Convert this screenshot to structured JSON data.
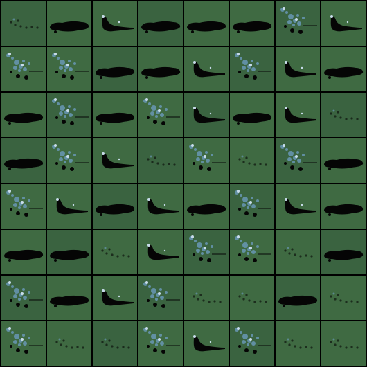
{
  "grid": {
    "rows": 8,
    "cols": 8,
    "background_color": "#000000",
    "tile_color": "#3f6a42",
    "tile_variant_color": "#3a6340",
    "silhouette_color": "#050505",
    "highlight_color": "#6f9ec4",
    "highlight_light_color": "#c8dcea",
    "tiles": [
      [
        "faint",
        "blob",
        "bird",
        "blob",
        "blob",
        "blob",
        "blue",
        "bird"
      ],
      [
        "blue",
        "blue",
        "blob",
        "blob",
        "bird",
        "blue",
        "bird",
        "blob"
      ],
      [
        "blob",
        "blue",
        "blob",
        "blue",
        "bird",
        "blob",
        "bird",
        "faint"
      ],
      [
        "blob",
        "blue",
        "bird",
        "faint",
        "blue",
        "faint",
        "blue",
        "blob"
      ],
      [
        "blue",
        "bird",
        "blob",
        "bird",
        "blob",
        "blue",
        "bird",
        "blob"
      ],
      [
        "blob",
        "blob",
        "faint",
        "bird",
        "blue",
        "blue",
        "faint",
        "blob"
      ],
      [
        "blue",
        "blob",
        "bird",
        "blue",
        "faint",
        "faint",
        "blob",
        "faint"
      ],
      [
        "blue",
        "faint",
        "faint",
        "blue",
        "bird",
        "blue",
        "faint",
        "faint"
      ]
    ]
  }
}
